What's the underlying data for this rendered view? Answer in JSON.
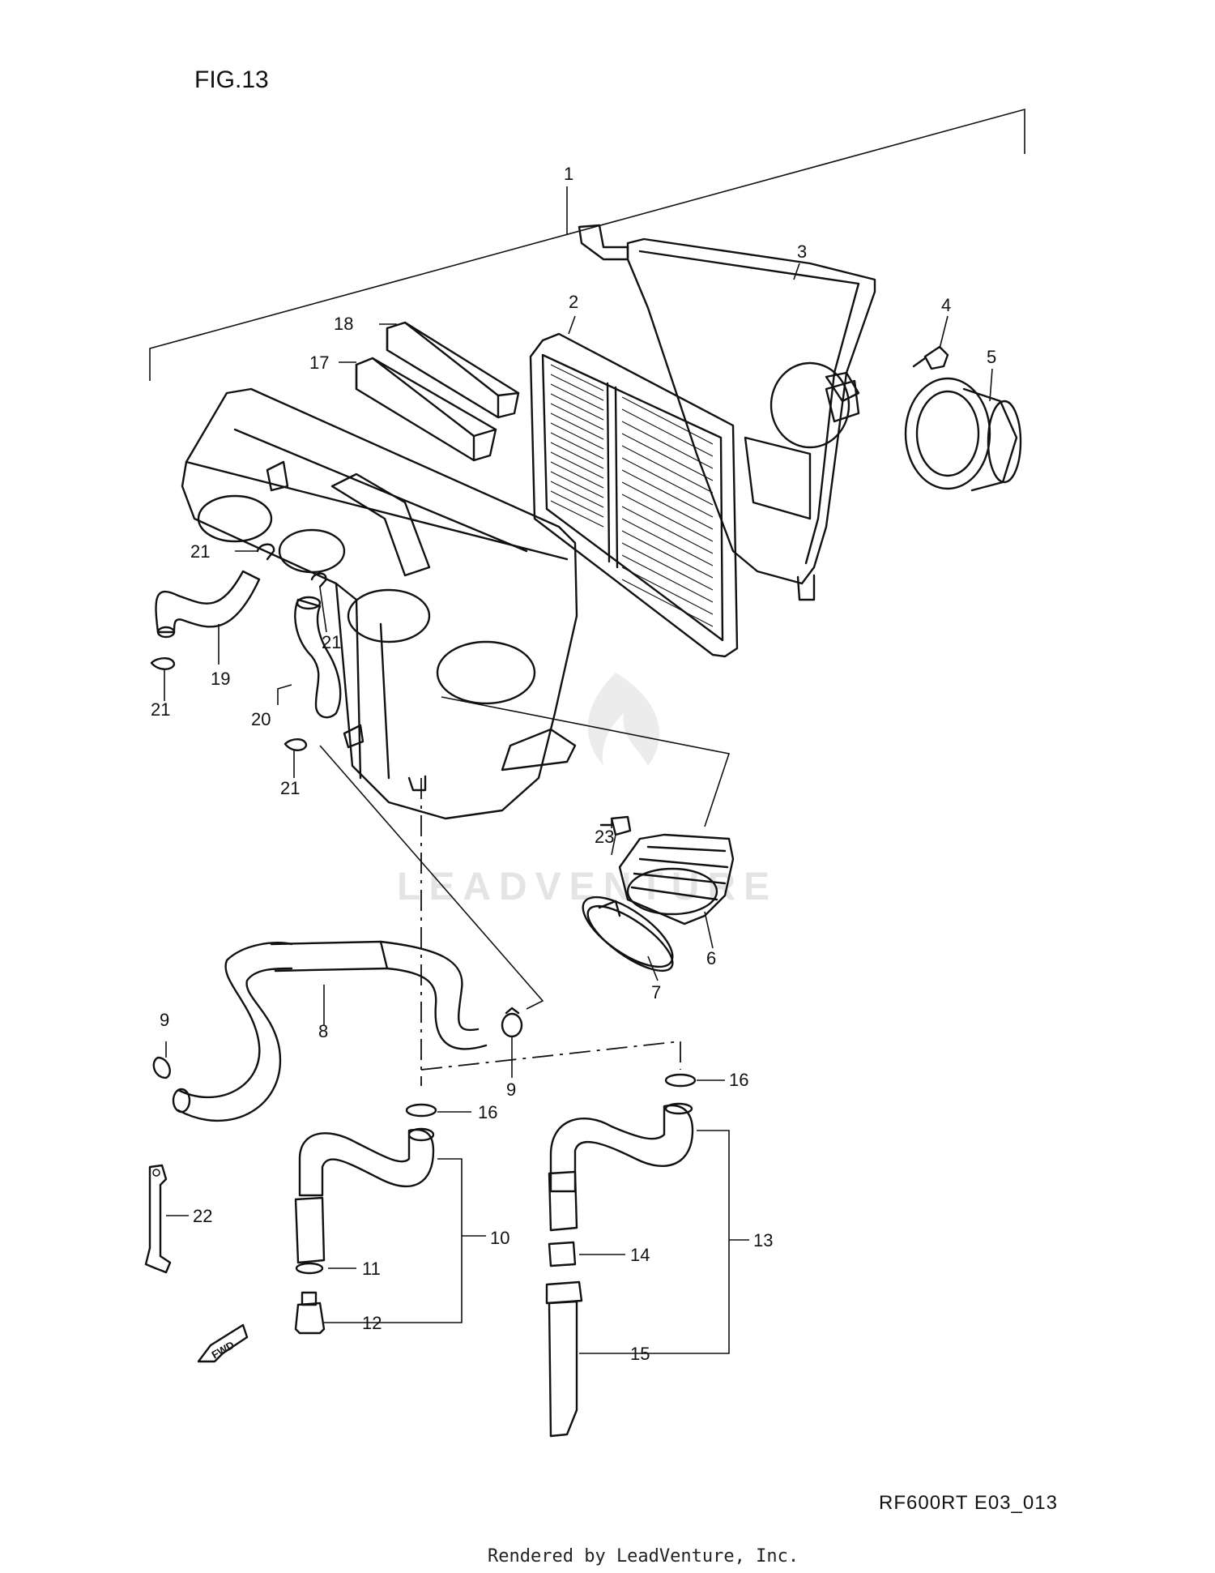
{
  "figure": {
    "title": "FIG.13",
    "code": "RF600RT E03_013"
  },
  "footer": {
    "text": "Rendered by LeadVenture, Inc."
  },
  "watermark": {
    "text": "LEADVENTURE"
  },
  "fwd_label": "FWD",
  "callouts": {
    "c1": "1",
    "c2": "2",
    "c3": "3",
    "c4": "4",
    "c5": "5",
    "c6": "6",
    "c7": "7",
    "c8": "8",
    "c9a": "9",
    "c9b": "9",
    "c10": "10",
    "c11": "11",
    "c12": "12",
    "c13": "13",
    "c14": "14",
    "c15": "15",
    "c16a": "16",
    "c16b": "16",
    "c17": "17",
    "c18": "18",
    "c19": "19",
    "c20": "20",
    "c21a": "21",
    "c21b": "21",
    "c21c": "21",
    "c21d": "21",
    "c22": "22",
    "c23": "23"
  }
}
